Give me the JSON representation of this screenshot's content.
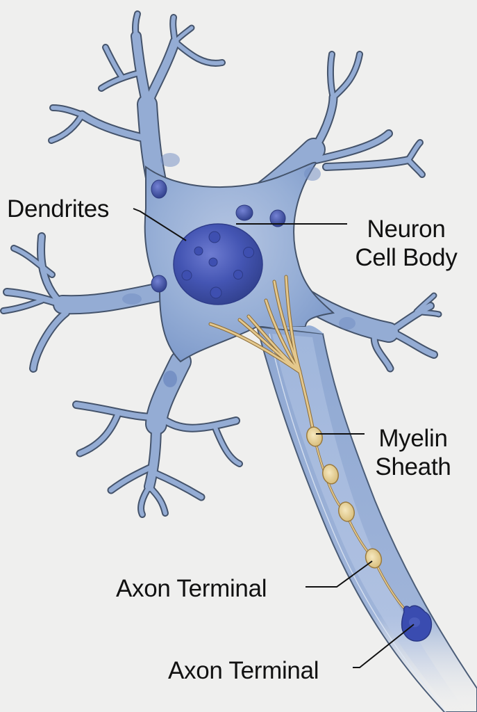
{
  "diagram": {
    "subject": "Neuron",
    "background_color": "#efefee",
    "colors": {
      "cytoplasm": "#8fa8d2",
      "outline": "#3f4e66",
      "nucleus": "#3f4fa8",
      "myelin": "#e9d59c",
      "fibers": "#d8b878",
      "terminal": "#3a4cb0"
    },
    "labels": {
      "dendrites": "Dendrites",
      "cell_body_line1": "Neuron",
      "cell_body_line2": "Cell Body",
      "myelin_line1": "Myelin",
      "myelin_line2": "Sheath",
      "axon_terminal_upper": "Axon Terminal",
      "axon_terminal_lower": "Axon Terminal"
    },
    "parts": [
      "dendrites",
      "cell-body",
      "nucleus",
      "axon-hillock-fibers",
      "axon",
      "myelin-nodes",
      "axon-terminal"
    ]
  }
}
